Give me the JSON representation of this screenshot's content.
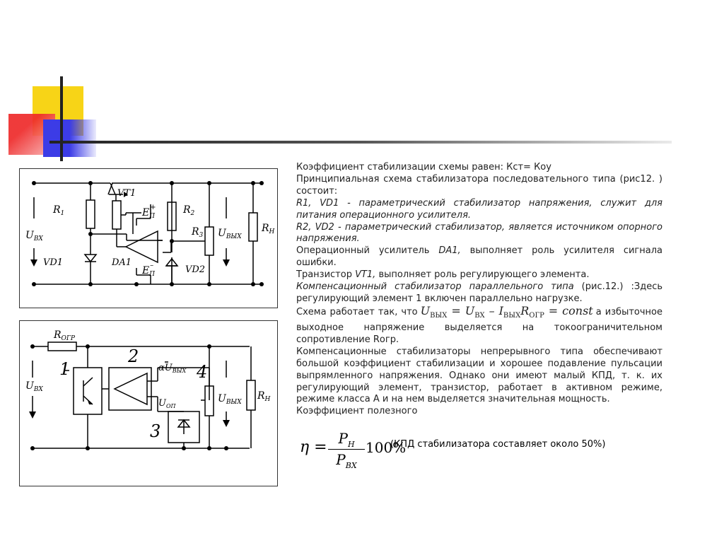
{
  "colors": {
    "yellow": "#f7d417",
    "red": "#ee2a2a",
    "blue": "#3c3ce6",
    "rule": "#333333",
    "text": "#222222"
  },
  "circuit1": {
    "vt1": "VT1",
    "r1": "R",
    "r1_sub": "1",
    "r2": "R",
    "r2_sub": "2",
    "r3": "R",
    "r3_sub": "3",
    "rn": "R",
    "rn_sub": "Н",
    "ep_top": "E",
    "ep_top_sub": "П",
    "ep_top_sup": "+",
    "ep_bot": "E",
    "ep_bot_sub": "П",
    "ep_bot_sup": "–",
    "da1": "DA1",
    "vd1": "VD1",
    "vd2": "VD2",
    "uin": "U",
    "uin_sub": "ВХ",
    "uout": "U",
    "uout_sub": "ВЫХ"
  },
  "circuit2": {
    "rogr": "R",
    "rogr_sub": "ОГР",
    "num1": "1",
    "num2": "2",
    "num3": "3",
    "num4": "4",
    "alpha_u": "αU",
    "alpha_u_sub": "ВЫХ",
    "uop": "U",
    "uop_sub": "ОП",
    "uin": "U",
    "uin_sub": "ВХ",
    "uout": "U",
    "uout_sub": "ВЫХ",
    "rn": "R",
    "rn_sub": "Н"
  },
  "text": {
    "p1": "Коэффициент стабилизации схемы равен: Кст= Коу",
    "p2": "Принципиальная схема стабилизатора последовательного типа (рис12. ) состоит:",
    "p3": "R1, VD1 - параметрический стабилизатор напряжения, служит для питания операционного усилителя.",
    "p4": "R2, VD2 - параметрический стабилизатор, является источником опорного напряжения.",
    "p5a": "Операционный усилитель ",
    "p5b": "DA1,",
    "p5c": " выполняет роль усилителя сигнала ошибки.",
    "p6a": "Транзистор ",
    "p6b": "VT1,",
    "p6c": " выполняет роль регулирующего элемента.",
    "p7a": "Компенсационный стабилизатор параллельного типа",
    "p7b": " (рис.12.) :Здесь регулирующий элемент 1 включен параллельно нагрузке.",
    "p8a": "Схема работает так, что",
    "p8b": "а избыточное выходное напряжение выделяется на токоограничительном сопротивление Rогр.",
    "p9": "Компенсационные стабилизаторы непрерывного типа обеспечивают большой коэффициент стабилизации и хорошее подавление пульсации выпрямленного напряжения. Однако они имеют малый КПД, т. к. их регулирующий элемент, транзистор, работает в активном режиме, режиме класса А и на нем выделяется значительная мощность.",
    "p10": "Коэффициент полезного"
  },
  "formula1": {
    "u": "U",
    "u_out_sub": "ВЫХ",
    "eq": " = ",
    "u_in_sub": "ВХ",
    "minus": " – ",
    "i": "I",
    "i_sub": "ВЫХ",
    "r": "R",
    "r_sub": "ОГР",
    "tail": " = const"
  },
  "efficiency": {
    "eta": "η =",
    "p": "P",
    "p_num_sub": "Н",
    "p_den_sub": "ВХ",
    "pct": "100%",
    "note": "(КПД стабилизатора составляет около 50%)"
  }
}
